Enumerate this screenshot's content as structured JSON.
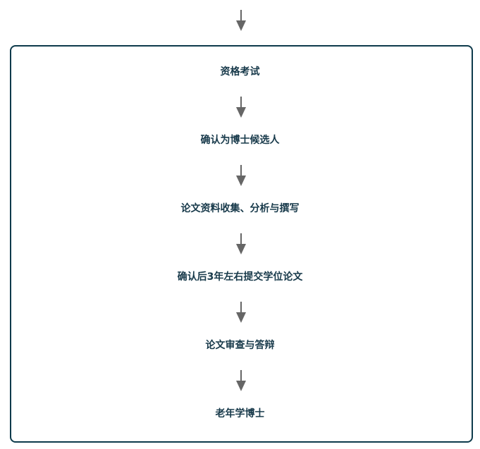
{
  "steps": [
    {
      "label": "资格考试"
    },
    {
      "label": "确认为博士候选人"
    },
    {
      "label": "论文资料收集、分析与撰写"
    },
    {
      "label": "确认后3年左右提交学位论文"
    },
    {
      "label": "论文审查与答辩"
    },
    {
      "label": "老年学博士"
    }
  ],
  "colors": {
    "border": "#0d3a4b",
    "text": "#17394a",
    "arrow": "#666666"
  }
}
